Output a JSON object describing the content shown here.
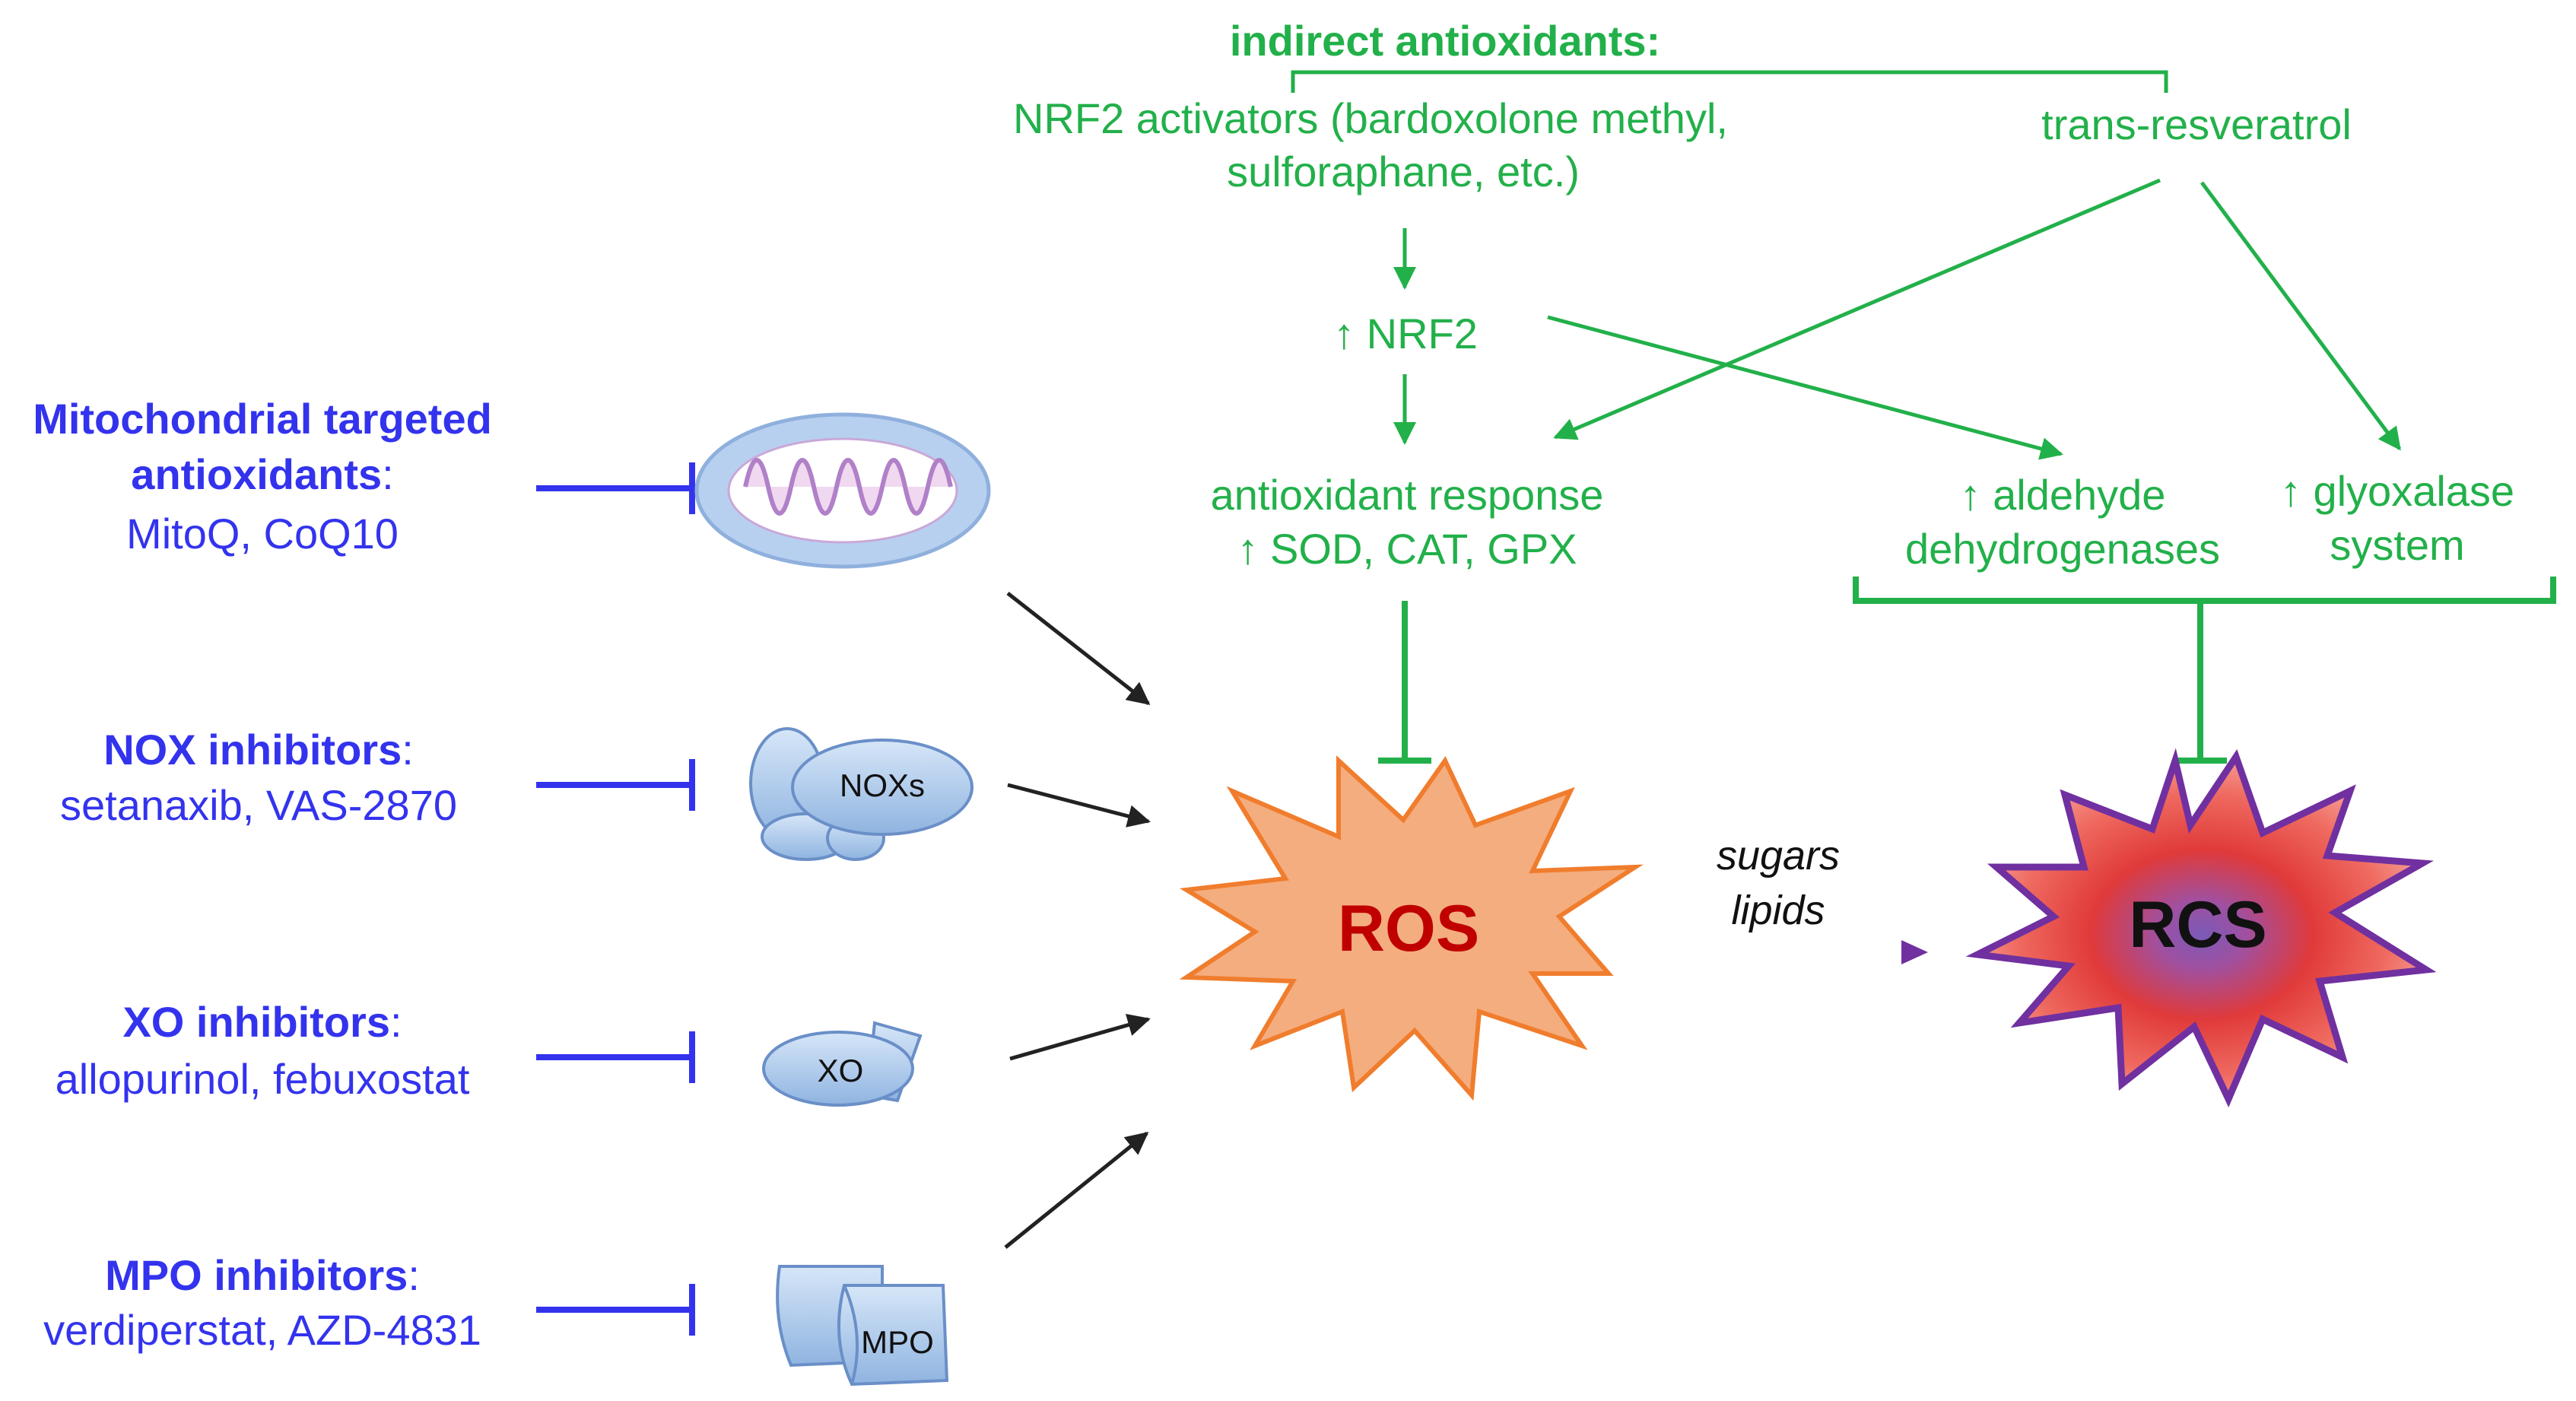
{
  "header": {
    "indirect_title": "indirect antioxidants:",
    "nrf2_activators_line1": "NRF2 activators (bardoxolone methyl,",
    "nrf2_activators_line2": "sulforaphane, etc.)",
    "trans_resveratrol": "trans-resveratrol"
  },
  "pathway": {
    "nrf2": "↑ NRF2",
    "antioxidant_response_line1": "antioxidant response",
    "antioxidant_response_line2": "↑ SOD, CAT, GPX",
    "aldehyde_line1": "↑ aldehyde",
    "aldehyde_line2": "dehydrogenases",
    "glyoxalase_line1": "↑ glyoxalase",
    "glyoxalase_line2": "system"
  },
  "inhibitors": [
    {
      "title_line1": "Mitochondrial targeted",
      "title_line2": "antioxidants",
      "colon": ":",
      "examples": "MitoQ, CoQ10"
    },
    {
      "title": "NOX inhibitors",
      "colon": ":",
      "examples": "setanaxib, VAS-2870"
    },
    {
      "title": "XO inhibitors",
      "colon": ":",
      "examples": "allopurinol, febuxostat"
    },
    {
      "title": "MPO inhibitors",
      "colon": ":",
      "examples": "verdiperstat, AZD-4831"
    }
  ],
  "sources": {
    "nox_label": "NOXs",
    "xo_label": "XO",
    "mpo_label": "MPO"
  },
  "center": {
    "ros": "ROS",
    "rcs": "RCS",
    "conversion_line1": "sugars",
    "conversion_line2": "lipids"
  },
  "colors": {
    "inhibitor_blue": "#3333ee",
    "pathway_green": "#22b04a",
    "ros_fill": "#f4ad7f",
    "ros_text": "#c00000",
    "rcs_border": "#7030a0"
  },
  "icons": [
    "mitochondrion-icon",
    "nox-enzyme-icon",
    "xo-enzyme-icon",
    "mpo-enzyme-icon",
    "ros-starburst",
    "rcs-starburst"
  ]
}
